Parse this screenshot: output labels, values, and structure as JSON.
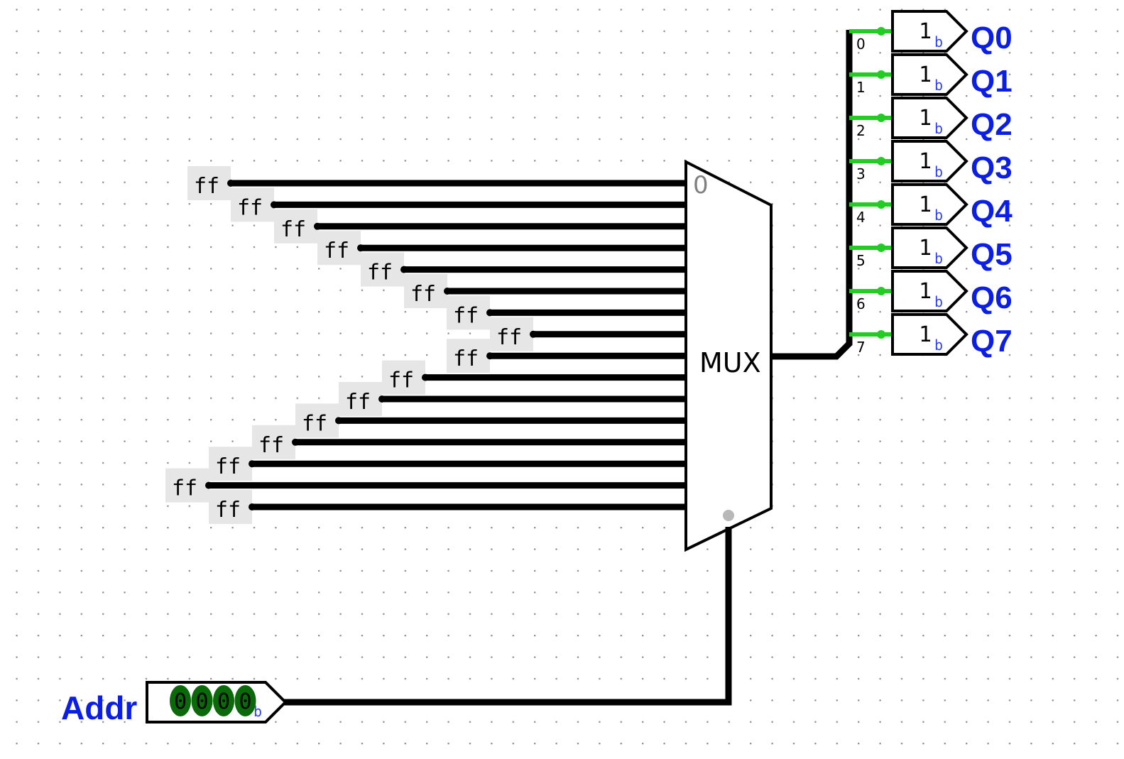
{
  "constants": [
    "ff",
    "ff",
    "ff",
    "ff",
    "ff",
    "ff",
    "ff",
    "ff",
    "ff",
    "ff",
    "ff",
    "ff",
    "ff",
    "ff",
    "ff",
    "ff"
  ],
  "mux": {
    "label": "MUX",
    "first_input_label": "0"
  },
  "splitter": {
    "bit_labels": [
      "0",
      "1",
      "2",
      "3",
      "4",
      "5",
      "6",
      "7"
    ]
  },
  "outputs": [
    {
      "name": "Q0",
      "value": "1",
      "radix": "b"
    },
    {
      "name": "Q1",
      "value": "1",
      "radix": "b"
    },
    {
      "name": "Q2",
      "value": "1",
      "radix": "b"
    },
    {
      "name": "Q3",
      "value": "1",
      "radix": "b"
    },
    {
      "name": "Q4",
      "value": "1",
      "radix": "b"
    },
    {
      "name": "Q5",
      "value": "1",
      "radix": "b"
    },
    {
      "name": "Q6",
      "value": "1",
      "radix": "b"
    },
    {
      "name": "Q7",
      "value": "1",
      "radix": "b"
    }
  ],
  "input": {
    "name": "Addr",
    "bits": [
      "0",
      "0",
      "0",
      "0"
    ],
    "radix": "b"
  },
  "colors": {
    "wire": "#000000",
    "active_wire": "#22cc22",
    "label_blue": "#0b1ee6",
    "bit_green": "#0a6a0a",
    "const_bg": "#e6e6e6",
    "grid_dot": "#8a8a8a"
  }
}
